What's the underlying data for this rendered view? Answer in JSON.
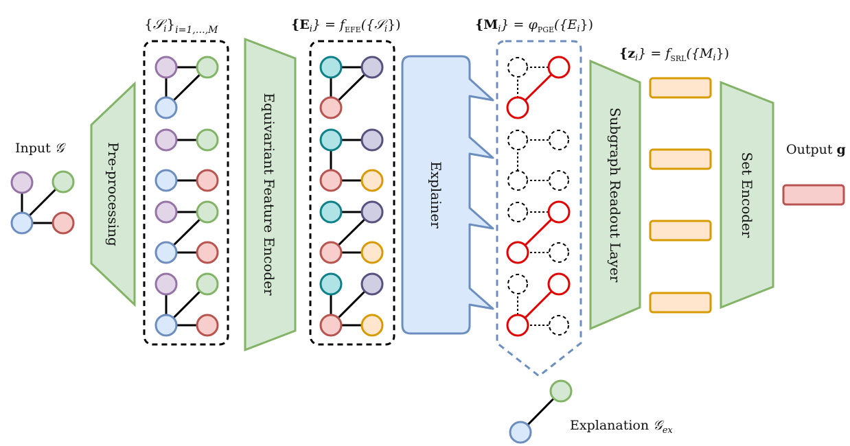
{
  "colors": {
    "purple_fill": "#e1d5e7",
    "purple_stroke": "#9673a6",
    "green_fill": "#d5e8d4",
    "green_stroke": "#82b366",
    "blue_fill": "#dae8fc",
    "blue_stroke": "#6c8ebf",
    "red_fill": "#f8cecc",
    "red_stroke": "#b85450",
    "teal_fill": "#b0e3e6",
    "teal_stroke": "#0e8088",
    "dpurple_fill": "#d0cee2",
    "dpurple_stroke": "#56517e",
    "orange_fill": "#ffe6cc",
    "orange_stroke": "#d79b00",
    "highlight_red": "#e00000",
    "block_green_fill": "#d5e8d4",
    "block_green_stroke": "#82b366",
    "explainer_fill": "#dae8fc",
    "explainer_stroke": "#6c8ebf",
    "output_fill": "#f8cecc",
    "output_stroke": "#b85450",
    "emb_fill": "#ffe6cc",
    "emb_stroke": "#d79b00"
  },
  "labels": {
    "input": "Input",
    "input_symbol": "𝒢",
    "output": "Output",
    "output_symbol": "g",
    "preprocessing": "Pre-processing",
    "efe": "Equivariant Feature Encoder",
    "explainer": "Explainer",
    "srl": "Subgraph Readout Layer",
    "set_encoder": "Set Encoder",
    "explanation": "Explanation",
    "explanation_symbol": "𝒢",
    "explanation_sub": "ex"
  },
  "formulas": {
    "subgraphs": {
      "open": "{",
      "sym": "𝒮",
      "idx": "i",
      "close": "}",
      "sub": "i=1,…,M"
    },
    "efe": {
      "lhs": "{E",
      "lhs_idx": "i",
      "lhs_close": "} = f",
      "f_sub": "EFE",
      "rhs": "({𝒮",
      "rhs_idx": "i",
      "rhs_close": "})"
    },
    "pge": {
      "lhs": "{M",
      "lhs_idx": "i",
      "lhs_close": "} = φ",
      "f_sub": "PGE",
      "rhs": "({E",
      "rhs_idx": "i",
      "rhs_close": "})"
    },
    "srl": {
      "lhs": "{z",
      "lhs_idx": "i",
      "lhs_close": "} = f",
      "f_sub": "SRL",
      "rhs": "({M",
      "rhs_idx": "i",
      "rhs_close": "})"
    }
  }
}
